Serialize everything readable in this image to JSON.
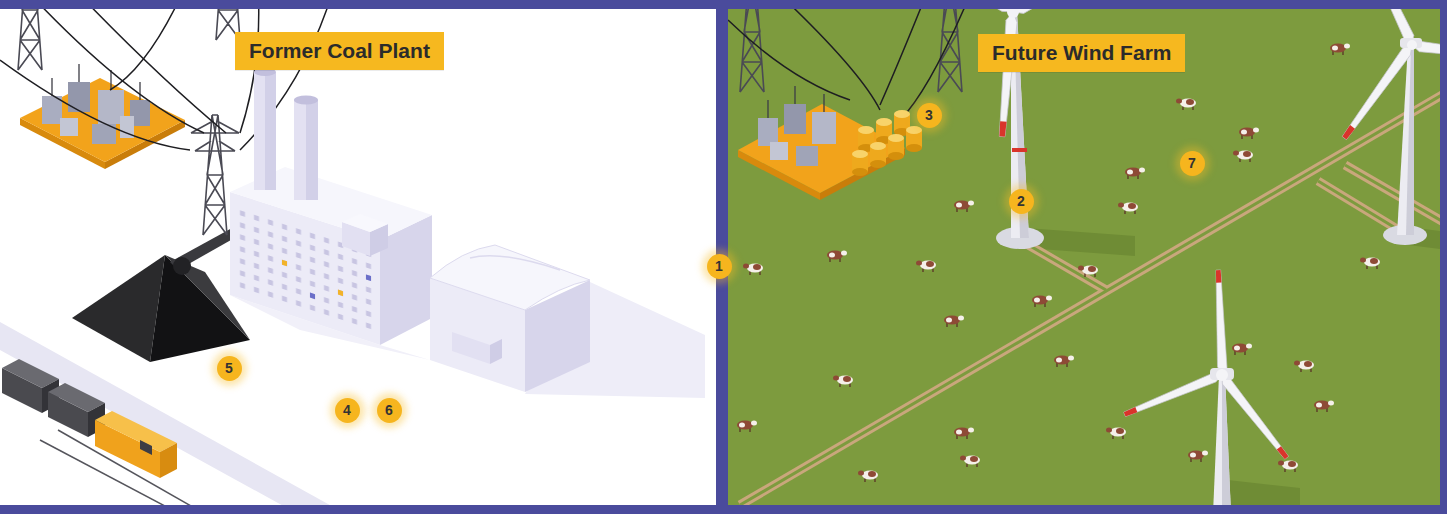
{
  "diagram": {
    "nodes": [
      {
        "text": [
          "Former Coal Plant"
        ]
      },
      {
        "text": [
          "Future Wind Farm"
        ]
      }
    ],
    "labels": [
      "3",
      "7",
      "2",
      "1",
      "5",
      "4",
      "6"
    ]
  }
}
